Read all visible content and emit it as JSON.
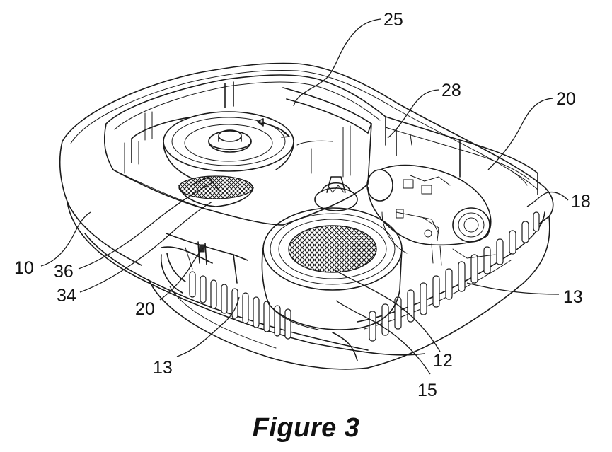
{
  "figure": {
    "caption": "Figure 3",
    "reference_labels": {
      "l25": "25",
      "l28": "28",
      "l20_right": "20",
      "l18": "18",
      "l10": "10",
      "l36": "36",
      "l34": "34",
      "l20_left": "20",
      "l13_right": "13",
      "l13_bottom": "13",
      "l12": "12",
      "l15": "15"
    }
  }
}
